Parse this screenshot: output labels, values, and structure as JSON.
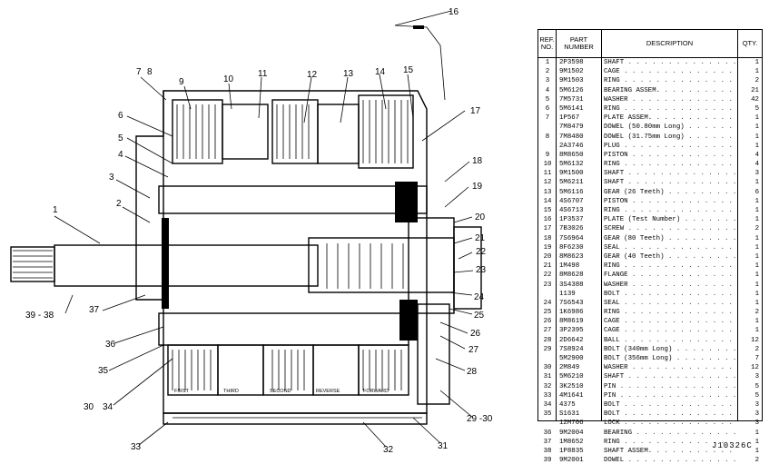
{
  "callouts": [
    "1",
    "2",
    "3",
    "4",
    "5",
    "6",
    "7",
    "8",
    "9",
    "10",
    "11",
    "12",
    "13",
    "14",
    "15",
    "16",
    "17",
    "18",
    "19",
    "20",
    "21",
    "22",
    "23",
    "24",
    "25",
    "26",
    "27",
    "28",
    "29 -30",
    "31",
    "32",
    "33",
    "34",
    "30",
    "35",
    "36",
    "37",
    "39 - 38"
  ],
  "gear_labels": [
    "FIRST",
    "THIRD",
    "SECOND",
    "REVERSE",
    "FORWARD"
  ],
  "table": {
    "headers": {
      "ref": "REF.\nNO.",
      "part": "PART\nNUMBER",
      "desc": "DESCRIPTION",
      "qty": "QTY."
    },
    "rows": [
      {
        "ref": "1",
        "part": "2P3598",
        "desc": "SHAFT",
        "qty": "1"
      },
      {
        "ref": "2",
        "part": "9M1502",
        "desc": "CAGE",
        "qty": "1"
      },
      {
        "ref": "3",
        "part": "9M1503",
        "desc": "RING",
        "qty": "2"
      },
      {
        "ref": "4",
        "part": "5M6126",
        "desc": "BEARING ASSEM.",
        "qty": "21"
      },
      {
        "ref": "5",
        "part": "7M5731",
        "desc": "WASHER",
        "qty": "42"
      },
      {
        "ref": "6",
        "part": "5M6141",
        "desc": "RING",
        "qty": "5"
      },
      {
        "ref": "7",
        "part": "1P567",
        "desc": "PLATE ASSEM.",
        "qty": "1"
      },
      {
        "ref": "",
        "part": "7M8479",
        "desc": "  DOWEL (50.80mm Long)",
        "qty": "1"
      },
      {
        "ref": "8",
        "part": "7M8480",
        "desc": "  DOWEL (31.75mm Long)",
        "qty": "1"
      },
      {
        "ref": "",
        "part": "2A3746",
        "desc": "  PLUG",
        "qty": "1"
      },
      {
        "ref": "9",
        "part": "8M8650",
        "desc": "PISTON",
        "qty": "4"
      },
      {
        "ref": "10",
        "part": "5M6132",
        "desc": "RING",
        "qty": "4"
      },
      {
        "ref": "11",
        "part": "9M1500",
        "desc": "SHAFT",
        "qty": "3"
      },
      {
        "ref": "12",
        "part": "5M6211",
        "desc": "SHAFT",
        "qty": "1"
      },
      {
        "ref": "13",
        "part": "5M6116",
        "desc": "GEAR (26 Teeth)",
        "qty": "6"
      },
      {
        "ref": "14",
        "part": "4S6707",
        "desc": "PISTON",
        "qty": "1"
      },
      {
        "ref": "15",
        "part": "4S6713",
        "desc": "RING",
        "qty": "1"
      },
      {
        "ref": "16",
        "part": "1P3537",
        "desc": "PLATE (Test Number)",
        "qty": "1"
      },
      {
        "ref": "17",
        "part": "7B3026",
        "desc": "SCREW",
        "qty": "2"
      },
      {
        "ref": "18",
        "part": "7S6964",
        "desc": "GEAR (80 Teeth)",
        "qty": "1"
      },
      {
        "ref": "19",
        "part": "8F6230",
        "desc": "SEAL",
        "qty": "1"
      },
      {
        "ref": "20",
        "part": "8M8623",
        "desc": "GEAR (40 Teeth)",
        "qty": "1"
      },
      {
        "ref": "21",
        "part": "1M498",
        "desc": "RING",
        "qty": "1"
      },
      {
        "ref": "22",
        "part": "8M8628",
        "desc": "FLANGE",
        "qty": "1"
      },
      {
        "ref": "23",
        "part": "3S4388",
        "desc": "WASHER",
        "qty": "1"
      },
      {
        "ref": "",
        "part": "1139",
        "desc": "BOLT",
        "qty": "1"
      },
      {
        "ref": "24",
        "part": "7S6543",
        "desc": "SEAL",
        "qty": "1"
      },
      {
        "ref": "25",
        "part": "1K6986",
        "desc": "RING",
        "qty": "2"
      },
      {
        "ref": "26",
        "part": "8M8619",
        "desc": "CAGE",
        "qty": "1"
      },
      {
        "ref": "27",
        "part": "3P2395",
        "desc": "CAGE",
        "qty": "1"
      },
      {
        "ref": "28",
        "part": "2D6642",
        "desc": "BALL",
        "qty": "12"
      },
      {
        "ref": "29",
        "part": "7S8924",
        "desc": "BOLT (340mm Long)",
        "qty": "2"
      },
      {
        "ref": "",
        "part": "5M2900",
        "desc": "BOLT (356mm Long)",
        "qty": "7"
      },
      {
        "ref": "30",
        "part": "2M849",
        "desc": "WASHER",
        "qty": "12"
      },
      {
        "ref": "31",
        "part": "5M6210",
        "desc": "SHAFT",
        "qty": "3"
      },
      {
        "ref": "32",
        "part": "3K2510",
        "desc": "PIN",
        "qty": "5"
      },
      {
        "ref": "33",
        "part": "4M1641",
        "desc": "PIN",
        "qty": "5"
      },
      {
        "ref": "34",
        "part": "4375",
        "desc": "BOLT",
        "qty": "3"
      },
      {
        "ref": "35",
        "part": "S1631",
        "desc": "BOLT",
        "qty": "3"
      },
      {
        "ref": "",
        "part": "12M706",
        "desc": "LOCK",
        "qty": "3"
      },
      {
        "ref": "36",
        "part": "9M2004",
        "desc": "BEARING",
        "qty": "1"
      },
      {
        "ref": "37",
        "part": "1M8652",
        "desc": "RING",
        "qty": "1"
      },
      {
        "ref": "38",
        "part": "1P8835",
        "desc": "SHAFT ASSEM.",
        "qty": "1"
      },
      {
        "ref": "39",
        "part": "9M2001",
        "desc": "  DOWEL",
        "qty": "2"
      }
    ]
  },
  "drawing_id": "J10326C"
}
